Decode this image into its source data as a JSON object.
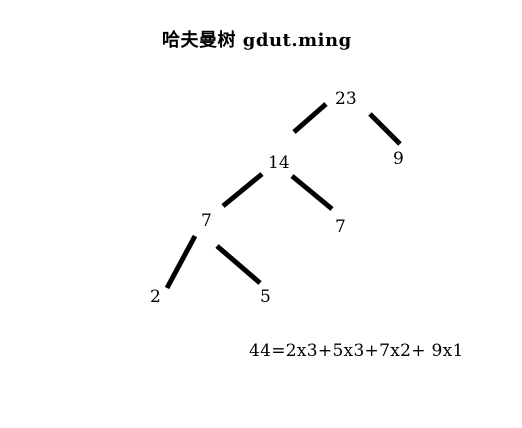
{
  "title": "哈夫曼树 gdut.ming",
  "tree": {
    "root": "23",
    "n14": "14",
    "n9": "9",
    "n7_internal": "7",
    "n7_leaf": "7",
    "n2": "2",
    "n5": "5"
  },
  "formula": "44=2x3+5x3+7x2+ 9x1",
  "colors": {
    "ink": "#000000",
    "background": "#ffffff"
  }
}
